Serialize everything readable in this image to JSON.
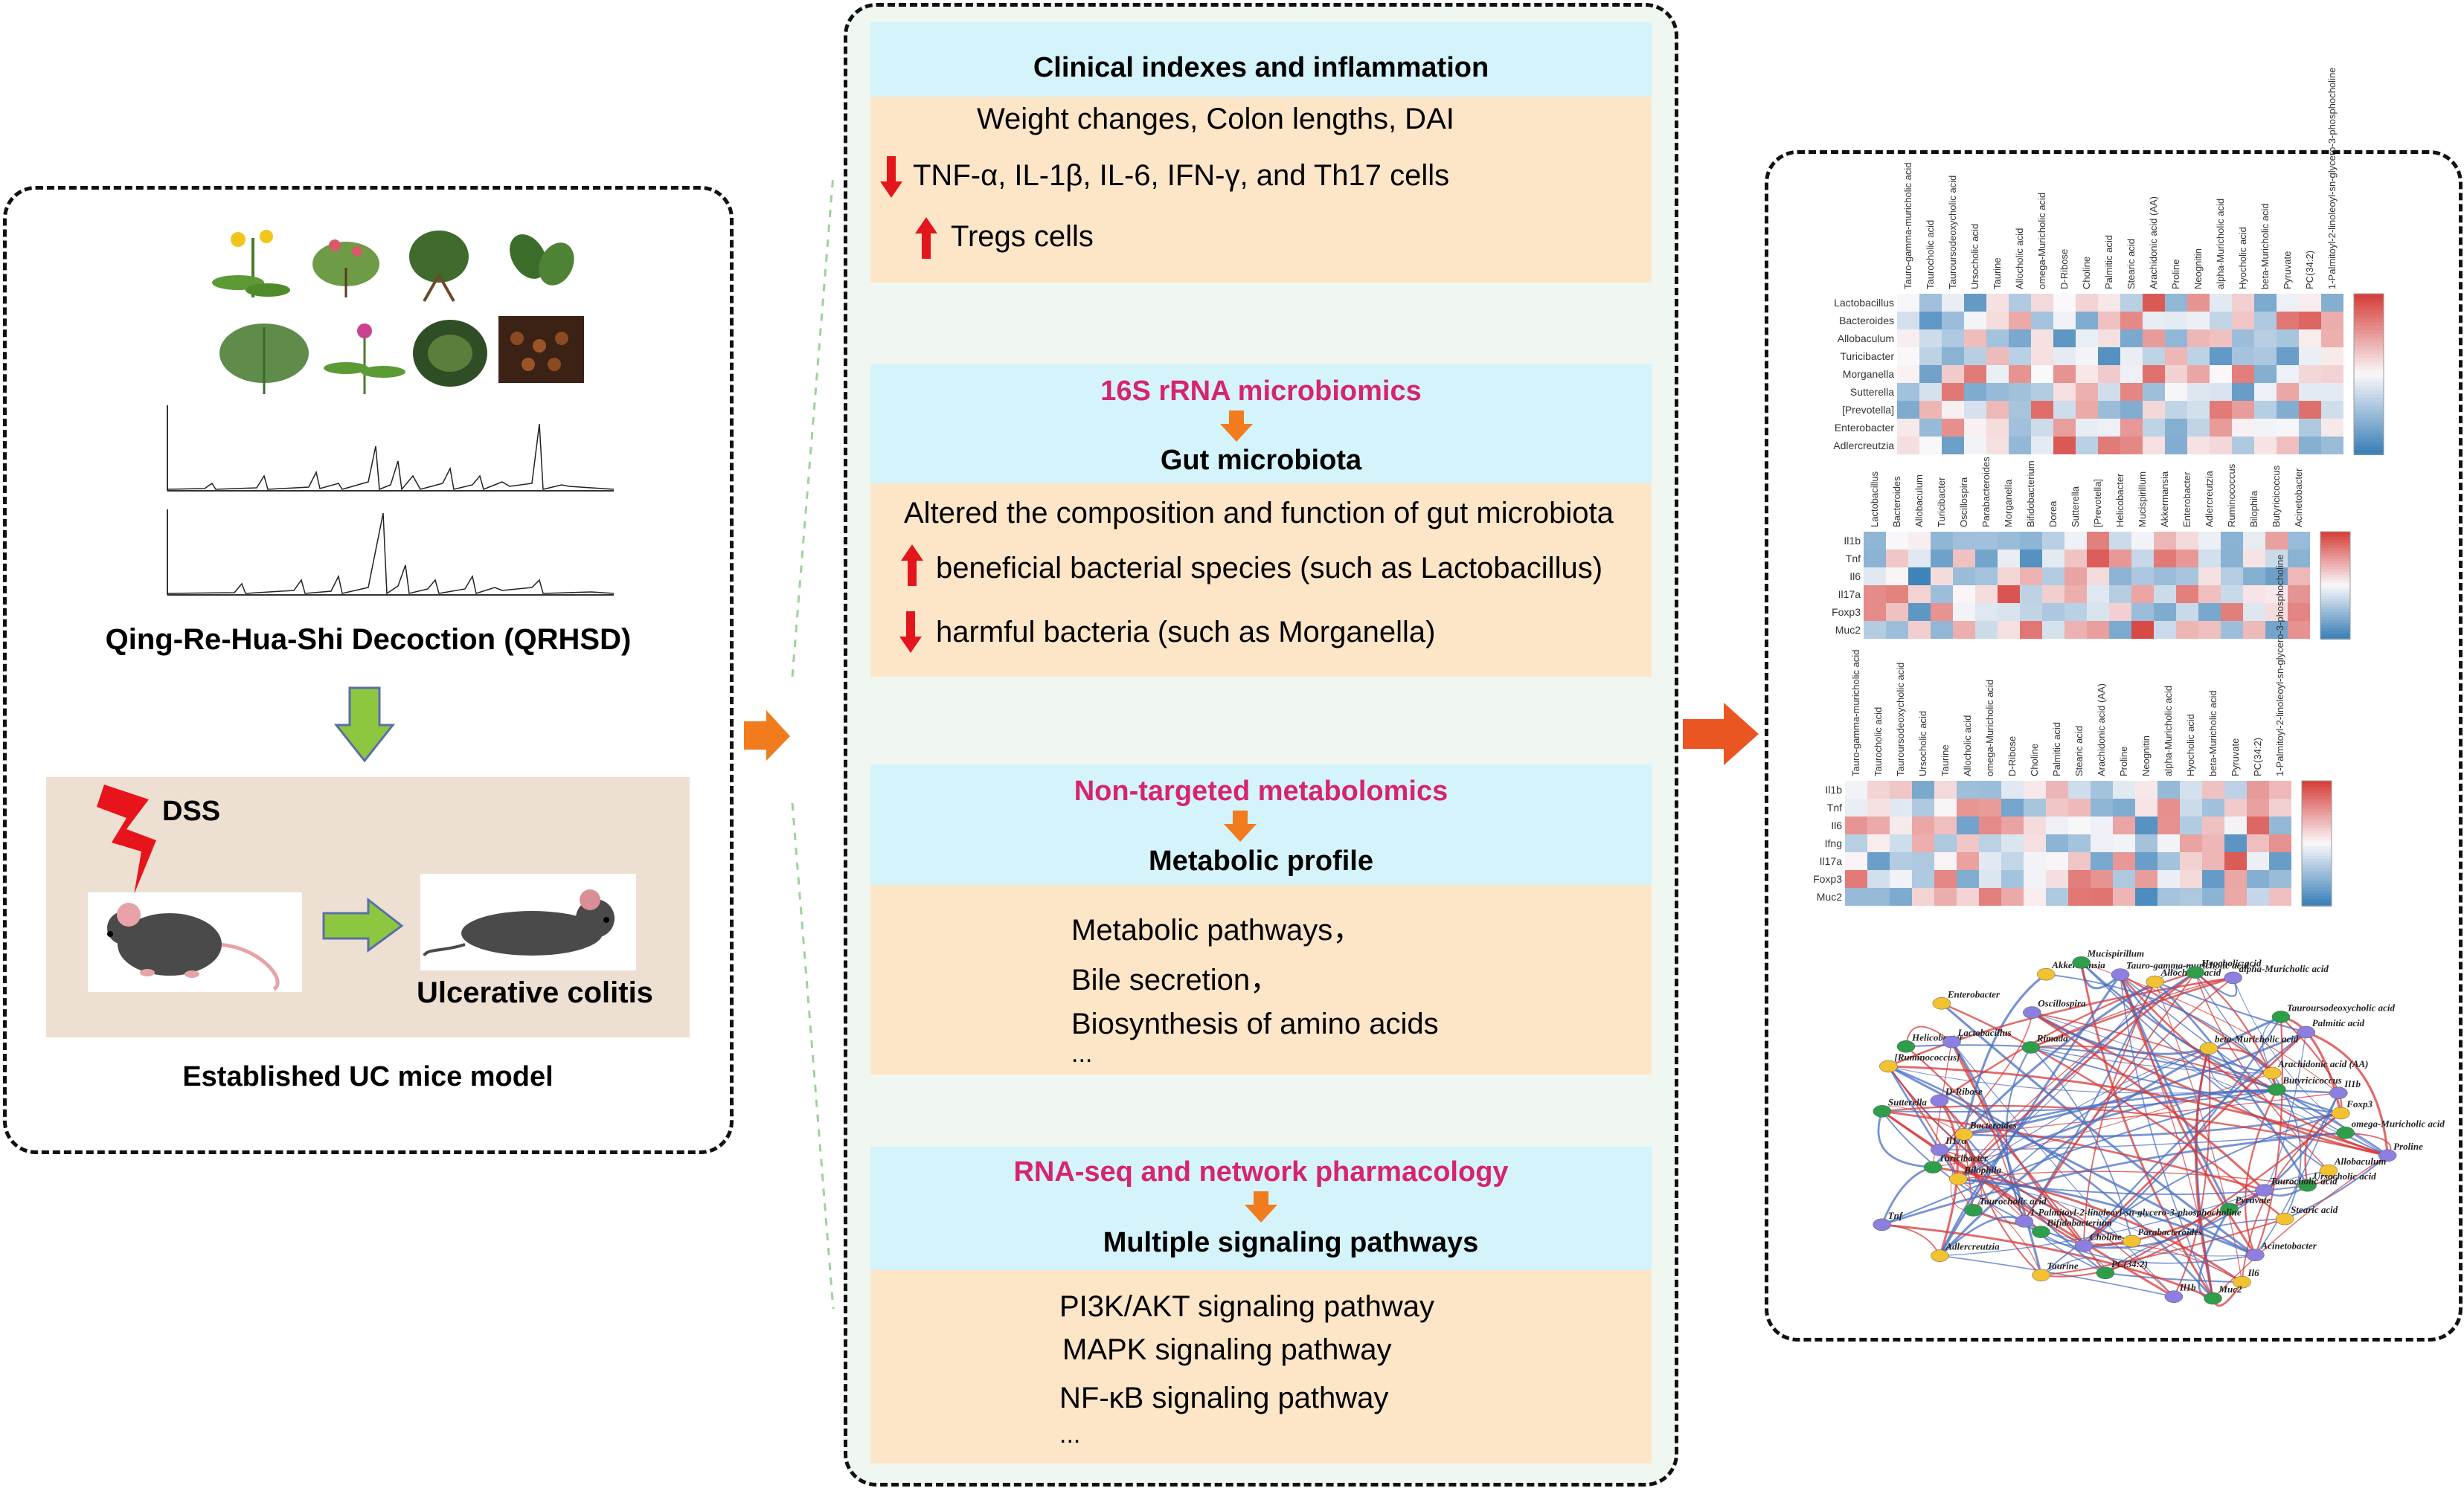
{
  "left": {
    "title": "Qing-Re-Hua-Shi Decoction (QRHSD)",
    "model_label": "DSS",
    "uc_label": "Ulcerative colitis",
    "footer": "Established UC mice model"
  },
  "middle": {
    "sec1": {
      "header": "Clinical indexes and inflammation",
      "line1": "Weight changes, Colon lengths, DAI",
      "line2": "TNF-α, IL-1β, IL-6,  IFN-γ, and Th17 cells",
      "line3": "Tregs cells"
    },
    "sec2": {
      "method": "16S rRNA microbiomics",
      "header": "Gut microbiota",
      "line1": "Altered the composition and function of gut microbiota",
      "line2": "beneficial bacterial species (such as Lactobacillus)",
      "line3": "harmful bacteria (such as Morganella)"
    },
    "sec3": {
      "method": "Non-targeted metabolomics",
      "header": "Metabolic  profile",
      "line1": "Metabolic pathways，",
      "line2": "Bile secretion，",
      "line3": "Biosynthesis of amino acids",
      "line4": "..."
    },
    "sec4": {
      "method": "RNA-seq and network pharmacology",
      "header": "Multiple signaling pathways",
      "line1": "PI3K/AKT signaling pathway",
      "line2": "MAPK signaling pathway",
      "line3": "NF-κB signaling pathway",
      "line4": "..."
    }
  },
  "heatmap1": {
    "rows": [
      "Lactobacillus",
      "Bacteroides",
      "Allobaculum",
      "Turicibacter",
      "Morganella",
      "Sutterella",
      "[Prevotella]",
      "Enterobacter",
      "Adlercreutzia"
    ],
    "cols": [
      "Tauro-gamma-muricholic acid",
      "Taurocholic acid",
      "Tauroursodeoxycholic acid",
      "Ursocholic acid",
      "Taurine",
      "Allocholic acid",
      "omega-Muricholic acid",
      "D-Ribose",
      "Choline",
      "Palmitic acid",
      "Stearic acid",
      "Arachidonic acid (AA)",
      "Proline",
      "Neognitin",
      "alpha-Muricholic acid",
      "Hyocholic acid",
      "beta-Muricholic acid",
      "Pyruvate",
      "PC(34:2)",
      "1-Palmitoyl-2-linoleoyl-sn-glycero-3-phosphocholine"
    ]
  },
  "heatmap2": {
    "rows": [
      "Il1b",
      "Tnf",
      "Il6",
      "Il17a",
      "Foxp3",
      "Muc2"
    ],
    "cols": [
      "Lactobacillus",
      "Bacteroides",
      "Allobaculum",
      "Turicibacter",
      "Oscillospira",
      "Parabacteroides",
      "Morganella",
      "Bifidobacterium",
      "Dorea",
      "Sutterella",
      "[Prevotella]",
      "Helicobacter",
      "Mucispirillum",
      "Akkermansia",
      "Enterobacter",
      "Adlercreutzia",
      "Ruminococcus",
      "Bilophila",
      "Butyricicoccus",
      "Acinetobacter"
    ]
  },
  "heatmap3": {
    "rows": [
      "Il1b",
      "Tnf",
      "Il6",
      "Ifng",
      "Il17a",
      "Foxp3",
      "Muc2"
    ],
    "cols": [
      "Tauro-gamma-muricholic acid",
      "Taurocholic acid",
      "Tauroursodeoxycholic acid",
      "Ursocholic acid",
      "Taurine",
      "Allocholic acid",
      "omega-Muricholic acid",
      "D-Ribose",
      "Choline",
      "Palmitic acid",
      "Stearic acid",
      "Arachidonic acid (AA)",
      "Proline",
      "Neognitin",
      "alpha-Muricholic acid",
      "Hyocholic acid",
      "beta-Muricholic acid",
      "Pyruvate",
      "PC(34:2)",
      "1-Palmitoyl-2-linoleoyl-sn-glycero-3-phosphocholine"
    ]
  },
  "network": {
    "nodes": [
      "Tauro-gamma-muricholic acid",
      "Allocholic acid",
      "Hyocholic acid",
      "alpha-Muricholic acid",
      "beta-Muricholic acid",
      "Tauroursodeoxycholic acid",
      "Palmitic acid",
      "Arachidonic acid (AA)",
      "Butyricicoccus",
      "Il1b",
      "Foxp3",
      "omega-Muricholic acid",
      "Proline",
      "Allobaculum",
      "Ursocholic acid",
      "Taurocholic acid",
      "Stearic acid",
      "Pyruvate",
      "Acinetobacter",
      "Il6",
      "Muc2",
      "Il1b",
      "Parabacteroides",
      "PC(34:2)",
      "Choline",
      "Taurine",
      "Bifidobacterium",
      "1-Palmitoyl-2-linoleoyl-sn-glycero-3-phosphocholine",
      "Adlercreutzia",
      "Taurocholic acid",
      "Tnf",
      "Bilophila",
      "Turicibacter",
      "Il17a",
      "Bacteroides",
      "Sutterella",
      "D-Ribose",
      "[Ruminococcus]",
      "Helicobacter",
      "Lactobacillus",
      "Enterobacter",
      "Rimada",
      "Oscillospira",
      "Akkermansia",
      "Mucispirillum"
    ]
  }
}
